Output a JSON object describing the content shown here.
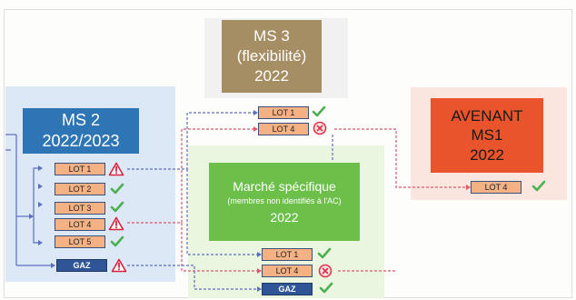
{
  "ms3": {
    "line1": "MS 3",
    "line2": "(flexibilité)",
    "line3": "2022",
    "lots": [
      "LOT 1",
      "LOT 4"
    ],
    "statuses": [
      "check",
      "error"
    ]
  },
  "ms2": {
    "line1": "MS 2",
    "line2": "2022/2023",
    "lots": [
      "LOT 1",
      "LOT 2",
      "LOT 3",
      "LOT 4",
      "LOT 5",
      "GAZ"
    ],
    "statuses": [
      "warning",
      "check",
      "check",
      "warning",
      "check",
      "warning"
    ]
  },
  "marche": {
    "title": "Marché spécifique",
    "subtitle": "(membres non identifiés à l'AC)",
    "year": "2022",
    "lots": [
      "LOT 1",
      "LOT 4",
      "GAZ"
    ],
    "statuses": [
      "check",
      "error",
      "check"
    ]
  },
  "avenant": {
    "line1": "AVENANT",
    "line2": "MS1",
    "line3": "2022",
    "lots": [
      "LOT 4"
    ],
    "statuses": [
      "check"
    ]
  },
  "colors": {
    "ms3_box": "#a58e63",
    "ms2_box": "#2e75b6",
    "ms2_panel": "#dce8f6",
    "marche_box": "#6cc04a",
    "marche_panel": "#eaf6e0",
    "avenant_box": "#e9542c",
    "avenant_panel": "#fbe6df",
    "lot_fill": "#f4b183",
    "gaz_fill": "#2f5597",
    "connector_blue": "#5b6fbf",
    "connector_red": "#d95a6e",
    "check": "#4caf50",
    "error": "#e0354c",
    "warning": "#d9203a"
  }
}
